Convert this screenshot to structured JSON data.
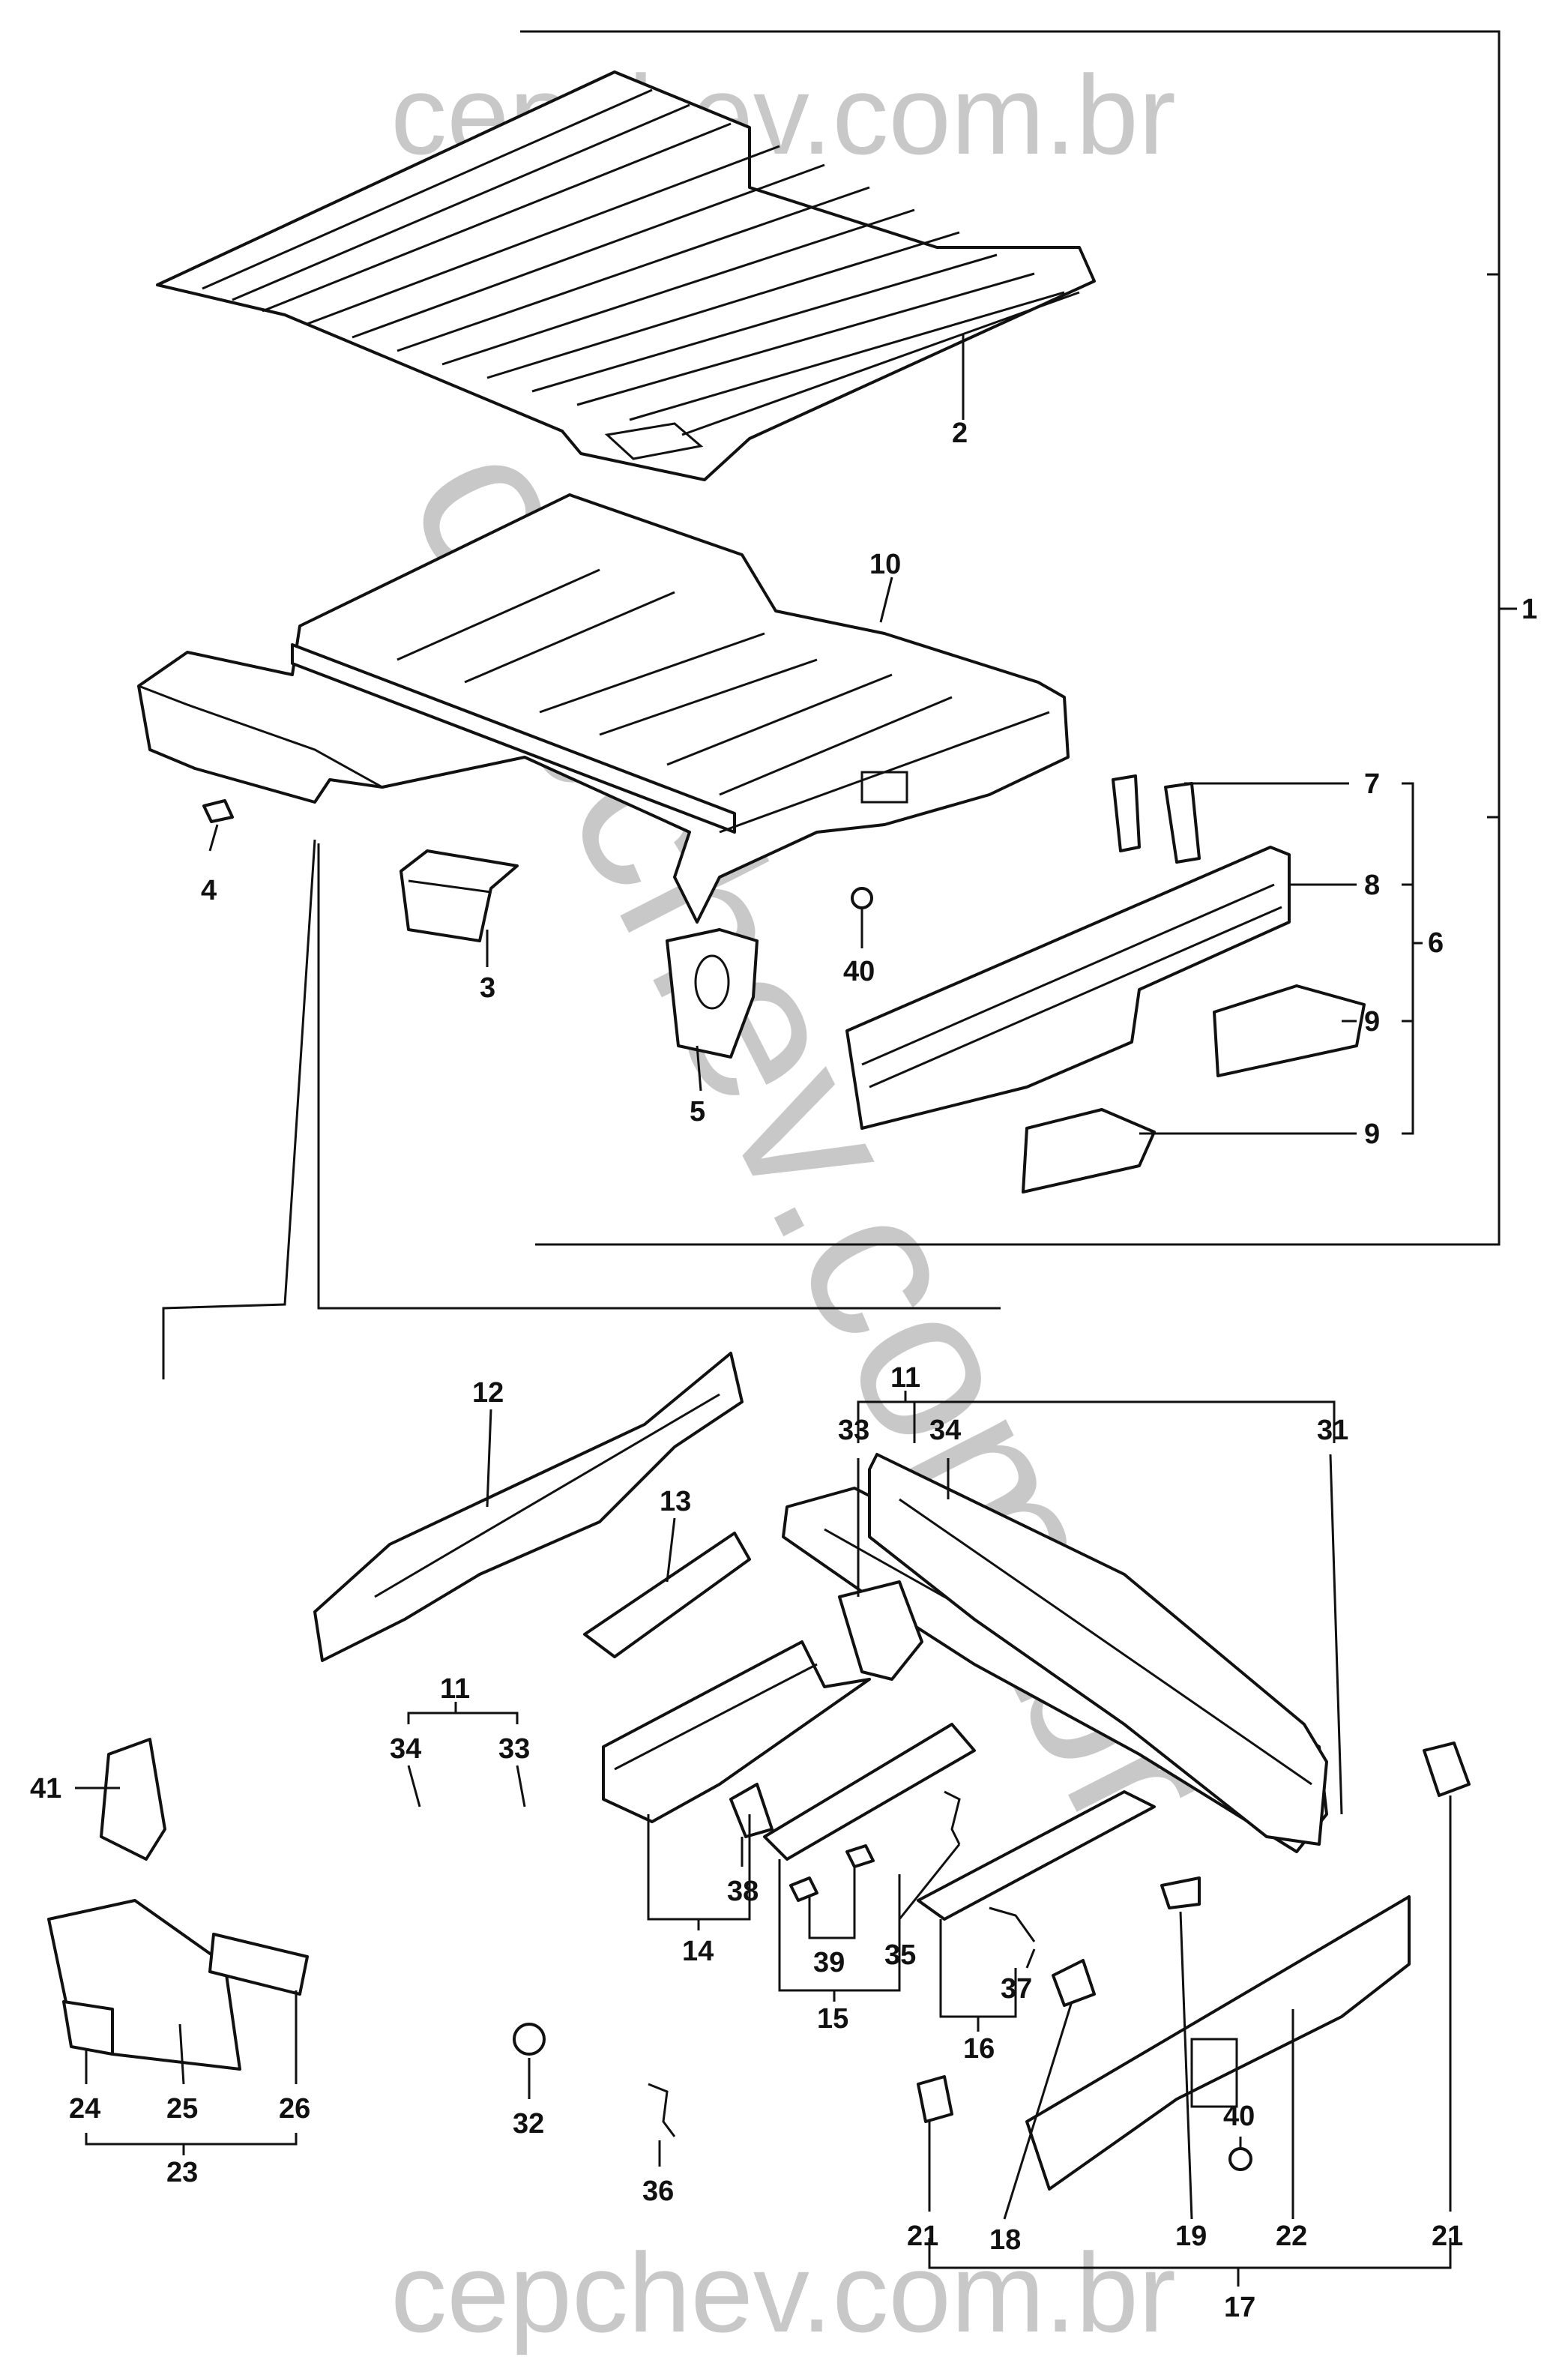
{
  "watermark": {
    "top": "cepchev.com.br",
    "diagonal": "cepchev.com.br",
    "bottom": "cepchev.com.br",
    "color": "#c8c8c8"
  },
  "callouts": {
    "c1": "1",
    "c2": "2",
    "c3": "3",
    "c4": "4",
    "c5": "5",
    "c6": "6",
    "c7": "7",
    "c8": "8",
    "c9a": "9",
    "c9b": "9",
    "c10": "10",
    "c11a": "11",
    "c11b": "11",
    "c12": "12",
    "c13": "13",
    "c14": "14",
    "c15": "15",
    "c16": "16",
    "c17": "17",
    "c18": "18",
    "c19": "19",
    "c21a": "21",
    "c21b": "21",
    "c22": "22",
    "c23": "23",
    "c24": "24",
    "c25": "25",
    "c26": "26",
    "c31": "31",
    "c32": "32",
    "c33a": "33",
    "c33b": "33",
    "c34a": "34",
    "c34b": "34",
    "c35": "35",
    "c36": "36",
    "c37": "37",
    "c38": "38",
    "c39": "39",
    "c40a": "40",
    "c40b": "40",
    "c41": "41"
  }
}
